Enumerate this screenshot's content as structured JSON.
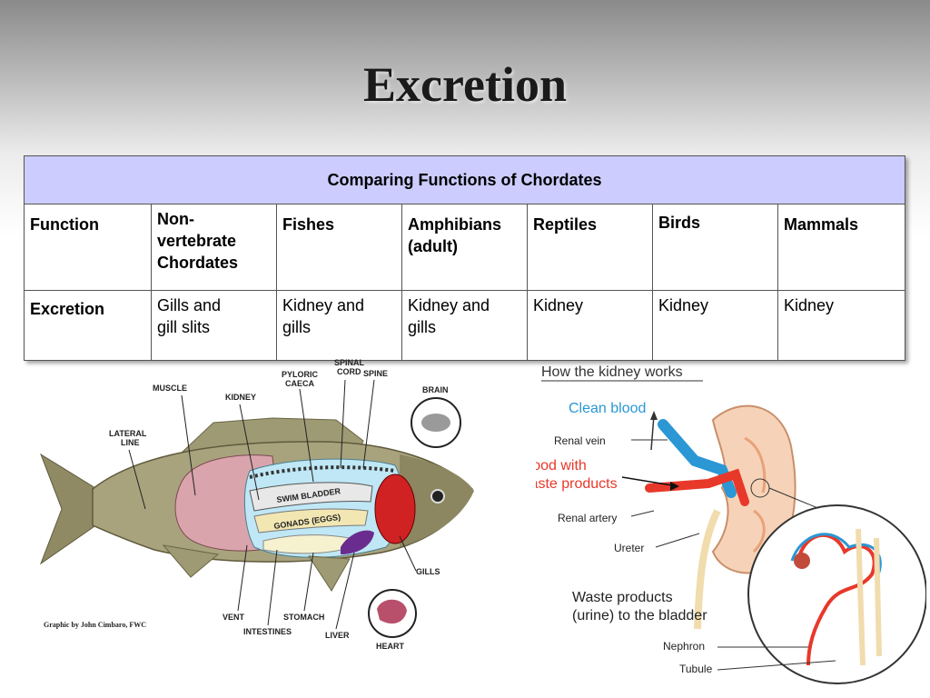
{
  "slide": {
    "title": "Excretion"
  },
  "table": {
    "caption": "Comparing Functions of Chordates",
    "headers": [
      "Function",
      "Non-\nvertebrate\nChordates",
      "Fishes",
      "Amphibians\n(adult)",
      "Reptiles",
      "Birds",
      "Mammals"
    ],
    "rows": [
      {
        "cells": [
          "Excretion",
          "Gills and\ngill slits",
          "Kidney and\ngills",
          "Kidney and\ngills",
          "Kidney",
          "Kidney",
          "Kidney"
        ]
      }
    ]
  },
  "fish_figure": {
    "labels": {
      "muscle": "MUSCLE",
      "kidney": "KIDNEY",
      "pyloric": "PYLORIC\nCAECA",
      "spinal_cord": "SPINAL\nCORD",
      "spine": "SPINE",
      "brain": "BRAIN",
      "lateral_line": "LATERAL\nLINE",
      "swim_bladder": "SWIM BLADDER",
      "gonads": "GONADS (EGGS)",
      "gills": "GILLS",
      "vent": "VENT",
      "intestines": "INTESTINES",
      "stomach": "STOMACH",
      "liver": "LIVER",
      "heart": "HEART"
    },
    "credit": "Graphic by John Cimbaro, FWC"
  },
  "kidney_figure": {
    "title": "How the kidney works",
    "labels": {
      "clean_blood": "Clean blood",
      "renal_vein": "Renal vein",
      "blood_waste": "Blood with\nwaste products",
      "renal_artery": "Renal artery",
      "ureter": "Ureter",
      "waste_products": "Waste products\n(urine) to the bladder",
      "nephron": "Nephron",
      "tubule": "Tubule"
    },
    "colors": {
      "clean_blood": "#2b97d4",
      "blood_waste": "#e8382a"
    }
  }
}
